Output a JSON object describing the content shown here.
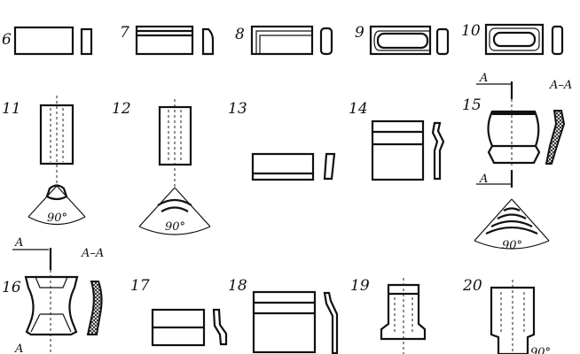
{
  "figures": [
    {
      "number": "6"
    },
    {
      "number": "7"
    },
    {
      "number": "8"
    },
    {
      "number": "9"
    },
    {
      "number": "10"
    },
    {
      "number": "11",
      "angle": "90°"
    },
    {
      "number": "12",
      "angle": "90°"
    },
    {
      "number": "13"
    },
    {
      "number": "14"
    },
    {
      "number": "15",
      "section_mark": "A",
      "section_label": "A–A",
      "angle": "90°"
    },
    {
      "number": "16",
      "section_mark": "A",
      "section_label": "A–A"
    },
    {
      "number": "17"
    },
    {
      "number": "18"
    },
    {
      "number": "19"
    },
    {
      "number": "20",
      "angle": "90°"
    }
  ]
}
